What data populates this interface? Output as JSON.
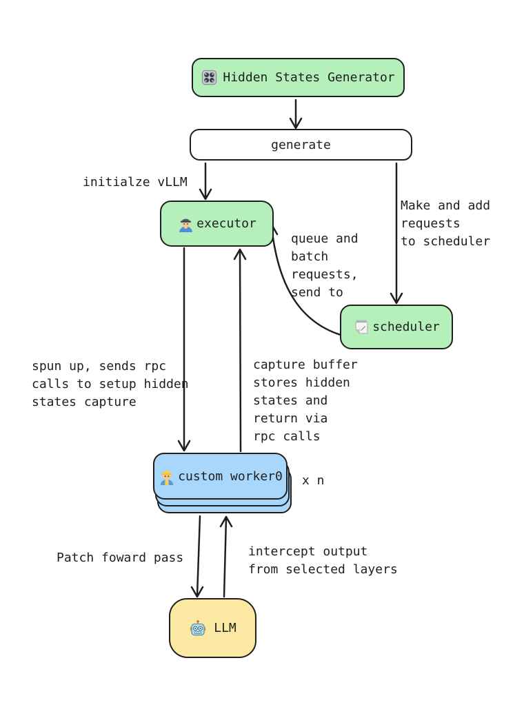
{
  "title": "Hidden States Generator flow diagram",
  "colors": {
    "background": "#ffffff",
    "stroke": "#1e1e1e",
    "node_green": "#b5f0bb",
    "node_blue": "#a9d7fb",
    "node_yellow": "#fbe8a2",
    "node_white": "#ffffff"
  },
  "nodes": {
    "hidden_states_generator": {
      "label": "Hidden States Generator",
      "icon": "control-knobs-icon",
      "fill": "#b5f0bb"
    },
    "generate": {
      "label": "generate",
      "fill": "#ffffff"
    },
    "executor": {
      "label": "executor",
      "icon": "man-mechanic-icon",
      "fill": "#b5f0bb"
    },
    "scheduler": {
      "label": "scheduler",
      "icon": "spiral-notepad-icon",
      "fill": "#b5f0bb"
    },
    "custom_worker": {
      "label": "custom worker0",
      "icon": "construction-worker-icon",
      "fill": "#a9d7fb",
      "multiplier_label": "x n"
    },
    "llm": {
      "label": "LLM",
      "icon": "robot-icon",
      "fill": "#fbe8a2"
    }
  },
  "edge_labels": {
    "initialize_vllm": "initialze vLLM",
    "make_and_add": "Make and add\nrequests\nto scheduler",
    "queue_and_batch": "queue and\nbatch\nrequests,\nsend to",
    "spun_up": "spun up, sends rpc\ncalls to setup hidden\nstates capture",
    "capture_buffer": "capture buffer\nstores hidden\nstates and\nreturn via\nrpc calls",
    "patch_forward": "Patch foward pass",
    "intercept_output": "intercept output\nfrom selected layers"
  }
}
